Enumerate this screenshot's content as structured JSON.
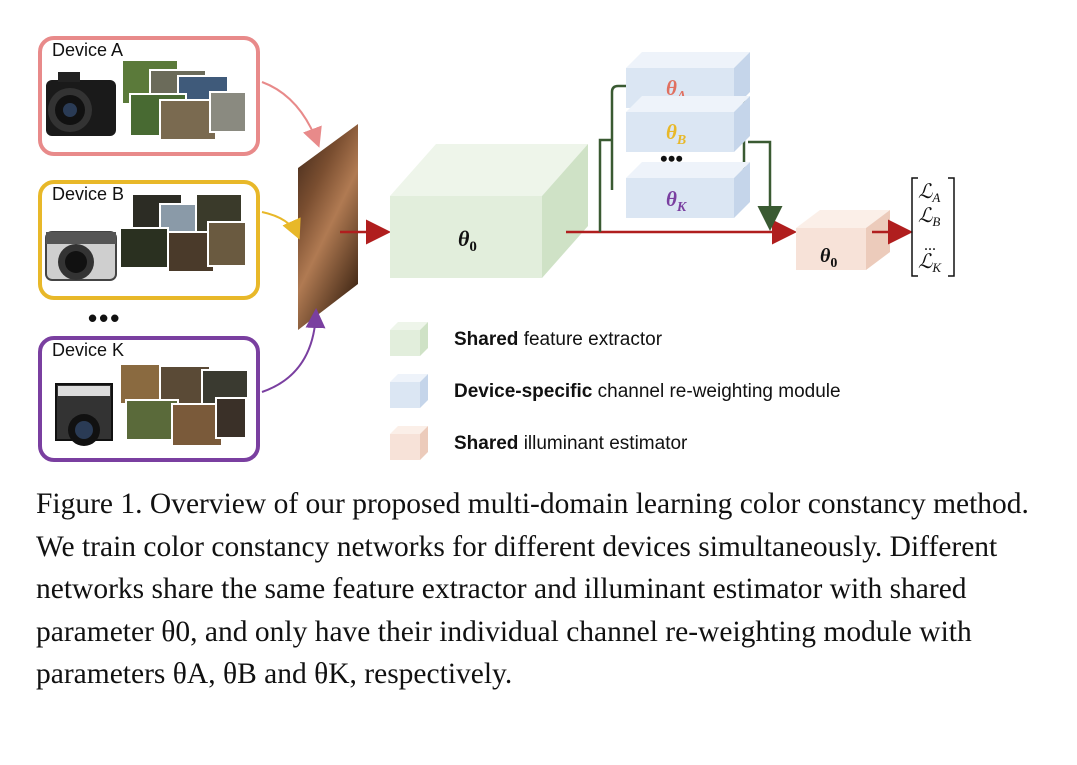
{
  "devices": [
    {
      "label": "Device A",
      "color": "#e88a8a",
      "arrow_color": "#e88a8a"
    },
    {
      "label": "Device B",
      "color": "#e8b829",
      "arrow_color": "#e8b829"
    },
    {
      "label": "Device K",
      "color": "#7a3fa0",
      "arrow_color": "#7a3fa0"
    }
  ],
  "device_ellipsis": "•••",
  "blocks": {
    "shared_extractor_label": "θ",
    "shared_extractor_sub": "0",
    "specific": [
      {
        "label": "θ",
        "sub": "A",
        "color": "#e07060"
      },
      {
        "label": "θ",
        "sub": "B",
        "color": "#e8b829"
      },
      {
        "label": "θ",
        "sub": "K",
        "color": "#7a3fa0"
      }
    ],
    "specific_ellipsis": "•••",
    "estimator_label": "θ",
    "estimator_sub": "0"
  },
  "losses": {
    "symbol": "ℒ",
    "subs": [
      "A",
      "B",
      "K"
    ],
    "ellipsis": "..."
  },
  "legend": [
    {
      "bold": "Shared",
      "rest": " feature extractor",
      "color": "#e2eedc"
    },
    {
      "bold": "Device-specific",
      "rest": " channel re-weighting module",
      "color": "#dbe6f3"
    },
    {
      "bold": "Shared",
      "rest": " illuminant estimator",
      "color": "#f7e2d8"
    }
  ],
  "colors": {
    "arrow_red": "#b01e1e",
    "arrow_green": "#3a5a32",
    "extractor_fill": "#e2eedc",
    "specific_fill": "#dbe6f3",
    "estimator_fill": "#f7e2d8"
  },
  "caption": "Figure 1. Overview of our proposed multi-domain learning color constancy method. We train color constancy networks for different devices simultaneously. Different networks share the same feature extractor and illuminant estimator with shared parameter θ0, and only have their individual channel re-weighting module with parameters θA, θB and θK, respectively."
}
